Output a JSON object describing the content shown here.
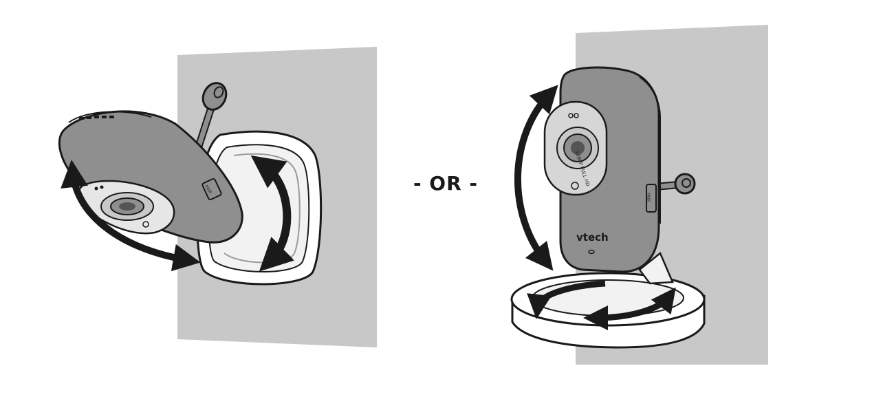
{
  "divider": {
    "text": "- OR -"
  },
  "camera": {
    "brand": "vtech",
    "lens_text": "1080P FULL HD",
    "pair_label": "PAIR"
  },
  "icons": {
    "left_scene": "wall-mounted-camera-illustration",
    "right_scene": "desk-mounted-camera-illustration",
    "arrows": "rotation-arrow-icon"
  },
  "colors": {
    "wall": "#c8c8c8",
    "camera_body": "#8f8f8f",
    "outline": "#1a1a1a",
    "arrow": "#1a1a1a"
  }
}
